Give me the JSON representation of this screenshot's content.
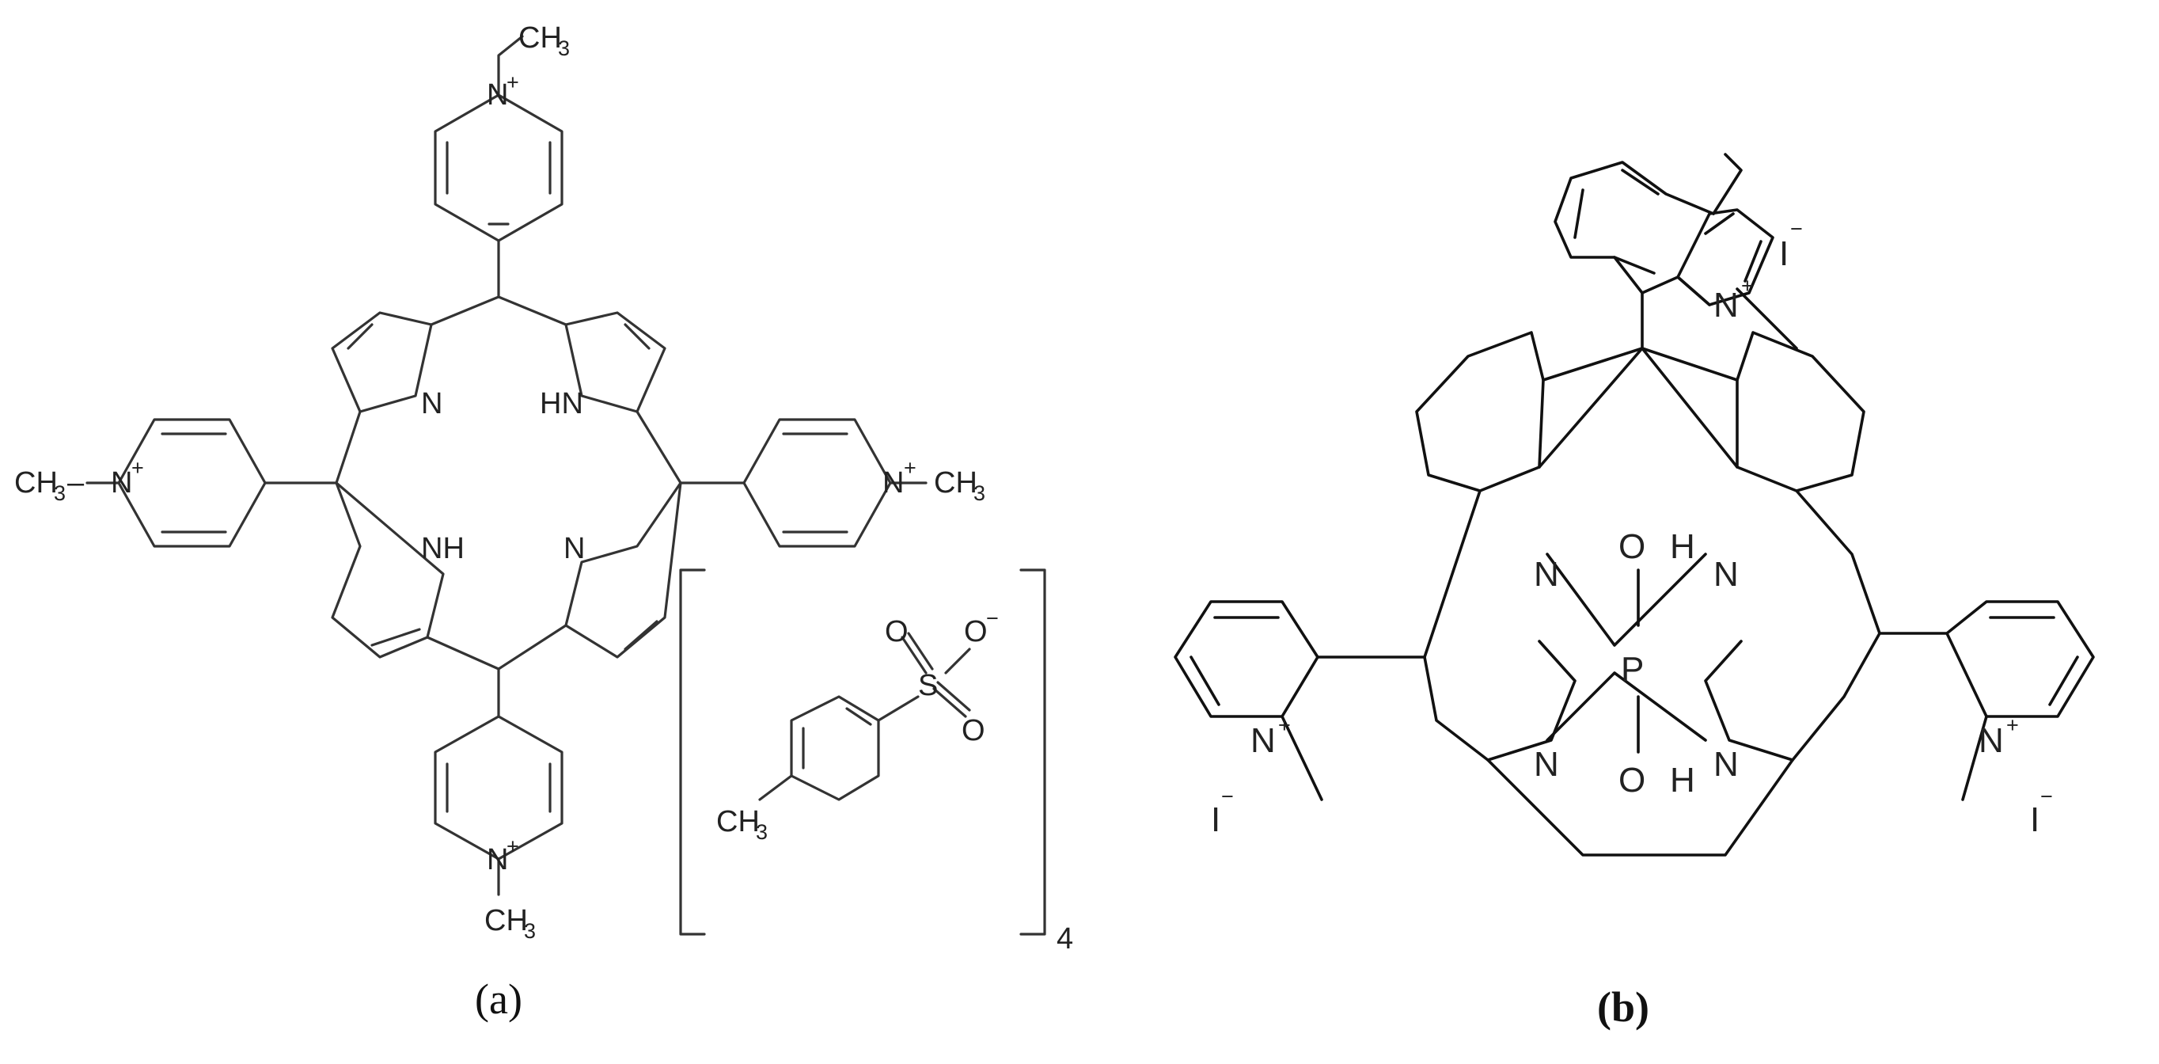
{
  "panel_a": {
    "caption": "(a)",
    "labels": {
      "nitrogen": "N",
      "nh": "NH",
      "hn": "HN",
      "n_plus": "N",
      "plus": "+",
      "methyl": "CH",
      "sub_three": "3",
      "bond_dash": "–",
      "oxygen": "O",
      "o_minus": "O",
      "minus": "−",
      "sulfur": "S",
      "bracket_count": "4"
    }
  },
  "panel_b": {
    "caption": "(b)",
    "labels": {
      "nitrogen": "N",
      "n_plus": "N",
      "plus": "+",
      "phosphorus": "P",
      "oh": "O",
      "h": "H",
      "iodide": "I",
      "minus": "−"
    }
  }
}
